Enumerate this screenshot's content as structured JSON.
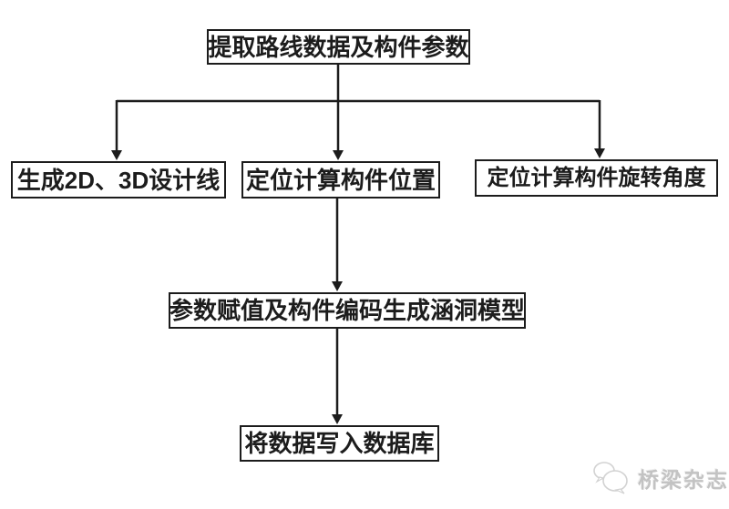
{
  "diagram": {
    "type": "flowchart",
    "nodes": [
      {
        "id": "extract",
        "label": "提取路线数据及构件参数"
      },
      {
        "id": "design-lines",
        "label": "生成2D、3D设计线"
      },
      {
        "id": "component-position",
        "label": "定位计算构件位置"
      },
      {
        "id": "rotation-angle",
        "label": "定位计算构件旋转角度"
      },
      {
        "id": "culvert-model",
        "label": "参数赋值及构件编码生成涵洞模型"
      },
      {
        "id": "write-database",
        "label": "将数据写入数据库"
      }
    ],
    "edges": [
      {
        "from": "extract",
        "to": "design-lines"
      },
      {
        "from": "extract",
        "to": "component-position"
      },
      {
        "from": "extract",
        "to": "rotation-angle"
      },
      {
        "from": "component-position",
        "to": "culvert-model"
      },
      {
        "from": "culvert-model",
        "to": "write-database"
      }
    ]
  },
  "watermark": {
    "label": "桥梁杂志",
    "icon": "speech-bubbles-icon",
    "text_color": "#c3c3c3"
  },
  "colors": {
    "background": "#ffffff",
    "stroke": "#1c1c1c",
    "text": "#1c1c1c"
  }
}
